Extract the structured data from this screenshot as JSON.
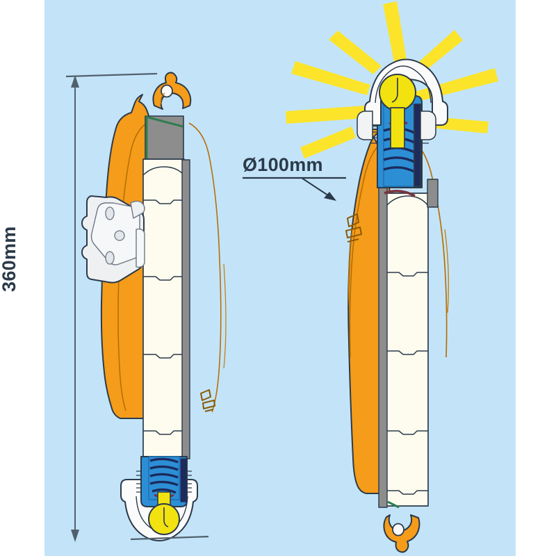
{
  "figure": {
    "type": "technical-illustration",
    "subject": "Cutaway cross-section of an orange cordless inspection / hand lamp, shown twice: left unit with lamp off (hook up), right unit inverted with lamp lit and light rays",
    "background_color": "#c3e4f8",
    "page_color": "#ffffff"
  },
  "annotations": {
    "diameter": {
      "text": "Ø100mm",
      "leader": "underline plus arrow pointing down-right to lamp body"
    },
    "length": {
      "text": "360mm",
      "orientation": "vertical",
      "leader": "double-headed dimension line with extension lines at top and bottom"
    }
  },
  "colors": {
    "background": "#c3e4f8",
    "body_orange": "#f59c1a",
    "body_orange_dark": "#e08506",
    "outline": "#2b3a4a",
    "battery_cream": "#fdfcef",
    "metal_gray": "#8d8d8d",
    "mech_blue": "#2c8fd6",
    "spring_navy": "#1d2a5c",
    "spring_maroon": "#7a3340",
    "bulb_yellow": "#f2e310",
    "ray_yellow": "#fbe42a",
    "housing_white": "#fbfbfb",
    "seal_green": "#2e7d4f"
  },
  "left_unit": {
    "name": "lamp-off-view",
    "orientation": "hook-up",
    "parts": [
      "hanging-hook",
      "gray-end-cap",
      "battery-stack",
      "mounting-bracket",
      "spring-contact",
      "bulb",
      "lens-housing"
    ]
  },
  "right_unit": {
    "name": "lamp-on-view",
    "orientation": "inverted-hook-down",
    "lit": true,
    "ray_count": 8,
    "parts": [
      "lens-housing",
      "bulb",
      "spring-contact",
      "battery-stack",
      "hanging-hook"
    ]
  }
}
